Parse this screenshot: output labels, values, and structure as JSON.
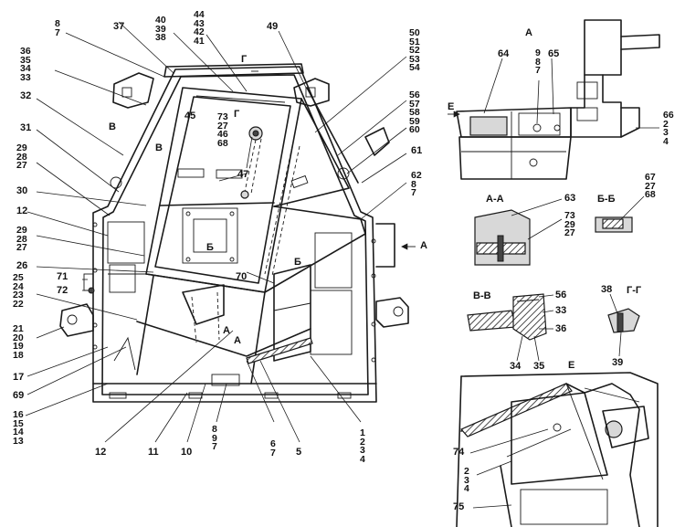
{
  "views": {
    "a": "А",
    "aa": "А-А",
    "bb": "Б-Б",
    "vv": "В-В",
    "gg": "Г-Г",
    "e": "Е"
  },
  "markers": {
    "a_arrow": "А",
    "e_arrow": "Е",
    "g_top": "Г",
    "b_left": "В",
    "b_small": "В",
    "g_small": "Г",
    "b_cut": "Б",
    "b_cut2": "Б",
    "a_cut": "А",
    "a_cut2": "А"
  },
  "callouts": {
    "c5": "5",
    "c10": "10",
    "c11": "11",
    "c12a": "12",
    "c12b": "12",
    "c17": "17",
    "c26": "26",
    "c30": "30",
    "c31": "31",
    "c32": "32",
    "c37": "37",
    "c45": "45",
    "c47": "47",
    "c49": "49",
    "c61": "61",
    "c63": "63",
    "c64": "64",
    "c65": "65",
    "c69": "69",
    "c70": "70",
    "c71": "71",
    "c72": "72",
    "c74": "74",
    "c75": "75",
    "c56b": "56",
    "c33": "33",
    "c36": "36",
    "c34": "34",
    "c35": "35",
    "c38": "38",
    "c39": "39"
  },
  "stacks": {
    "s87": [
      "8",
      "7"
    ],
    "s36_33": [
      "36",
      "35",
      "34",
      "33"
    ],
    "s40_38": [
      "40",
      "39",
      "38"
    ],
    "s44_41": [
      "44",
      "43",
      "42",
      "41"
    ],
    "s50_54": [
      "50",
      "51",
      "52",
      "53",
      "54"
    ],
    "s56_60": [
      "56",
      "57",
      "58",
      "59",
      "60"
    ],
    "s29_27a": [
      "29",
      "28",
      "27"
    ],
    "s29_27b": [
      "29",
      "28",
      "27"
    ],
    "s62": [
      "62",
      "8",
      "7"
    ],
    "s25_22": [
      "25",
      "24",
      "23",
      "22"
    ],
    "s21_18": [
      "21",
      "20",
      "19",
      "18"
    ],
    "s16_13": [
      "16",
      "15",
      "14",
      "13"
    ],
    "s897": [
      "8",
      "9",
      "7"
    ],
    "s67": [
      "6",
      "7"
    ],
    "s1_4": [
      "1",
      "2",
      "3",
      "4"
    ],
    "s73_68": [
      "73",
      "27",
      "46",
      "68"
    ],
    "s987": [
      "9",
      "8",
      "7"
    ],
    "s66": [
      "66",
      "2",
      "3",
      "4"
    ],
    "s67_68": [
      "67",
      "27",
      "68"
    ],
    "s73_27": [
      "73",
      "29",
      "27"
    ],
    "s234": [
      "2",
      "3",
      "4"
    ]
  }
}
